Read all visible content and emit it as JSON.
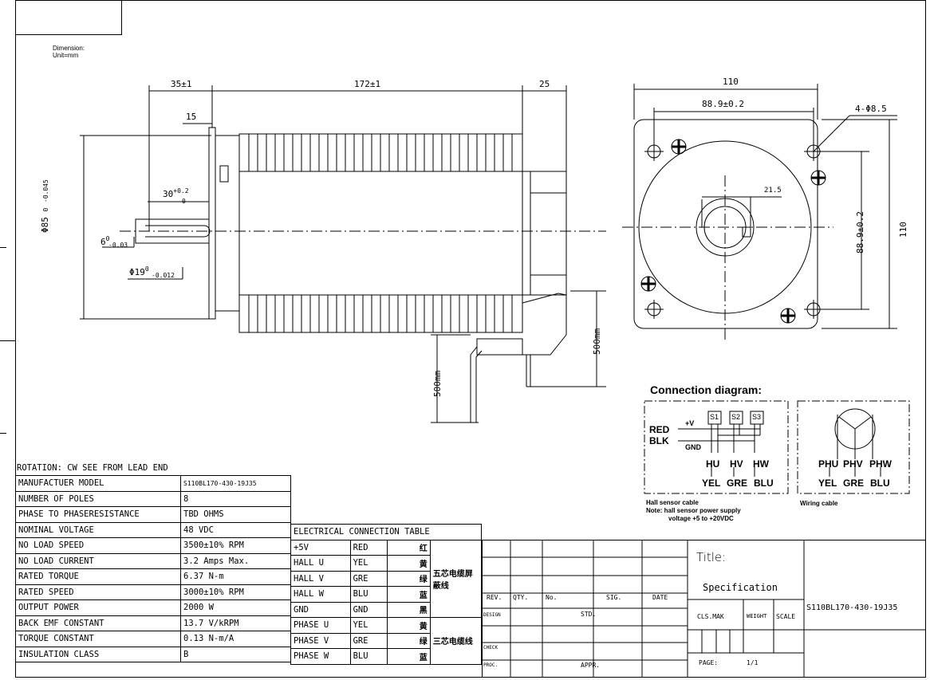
{
  "header": {
    "dimension": "Dimension:",
    "unit": "Unit=mm"
  },
  "side_view": {
    "d_35": "35±1",
    "d_172": "172±1",
    "d_25": "25",
    "d_15": "15",
    "d_30": "30",
    "d_30_tol_up": "+0.2",
    "d_30_tol_down": "0",
    "d_85": "Φ85",
    "d_85_tol": "0",
    "d_85_tol2": "-0.045",
    "d_6": "6",
    "d_6_tol": "0",
    "d_6_tol2": "-0.03",
    "d_19": "Φ19",
    "d_19_tol": "0",
    "d_19_tol2": "-0.012",
    "cable_500_a": "500mm",
    "cable_500_b": "500mm"
  },
  "front_view": {
    "d_110_top": "110",
    "d_889_top": "88.9±0.2",
    "holes": "4-Φ8.5",
    "d_215": "21.5",
    "d_889_side": "88.9±0.2",
    "d_110_side": "110"
  },
  "connection": {
    "title": "Connection diagram:",
    "red": "RED",
    "blk": "BLK",
    "plus_v": "+V",
    "gnd": "GND",
    "s1": "S1",
    "s2": "S2",
    "s3": "S3",
    "hu": "HU",
    "hv": "HV",
    "hw": "HW",
    "yel": "YEL",
    "gre": "GRE",
    "blu": "BLU",
    "phu": "PHU",
    "phv": "PHV",
    "phw": "PHW",
    "hall_cable": "Hall sensor cable",
    "note1": "Note: hall sensor power supply",
    "note2": "voltage +5 to +20VDC",
    "wiring_cable": "Wiring cable"
  },
  "spec": {
    "rotation": "ROTATION: CW SEE FROM LEAD END",
    "rows": [
      {
        "label": "MANUFACTUER MODEL",
        "value": "S110BL170-430-19J35"
      },
      {
        "label": "NUMBER OF POLES",
        "value": "8"
      },
      {
        "label": "PHASE TO PHASERESISTANCE",
        "value": "TBD OHMS"
      },
      {
        "label": "NOMINAL VOLTAGE",
        "value": "48 VDC"
      },
      {
        "label": "NO LOAD SPEED",
        "value": "3500±10% RPM"
      },
      {
        "label": "NO LOAD CURRENT",
        "value": "3.2 Amps Max."
      },
      {
        "label": "RATED TORQUE",
        "value": "6.37 N-m"
      },
      {
        "label": "RATED SPEED",
        "value": "3000±10% RPM"
      },
      {
        "label": "OUTPUT POWER",
        "value": "2000 W"
      },
      {
        "label": "BACK EMF CONSTANT",
        "value": "13.7 V/kRPM"
      },
      {
        "label": "TORQUE CONSTANT",
        "value": "0.13 N-m/A"
      },
      {
        "label": "INSULATION CLASS",
        "value": "B"
      }
    ]
  },
  "elec": {
    "title": "ELECTRICAL CONNECTION TABLE",
    "rows": [
      {
        "sig": "+5V",
        "color": "RED",
        "cn": "红"
      },
      {
        "sig": "HALL U",
        "color": "YEL",
        "cn": "黄"
      },
      {
        "sig": "HALL V",
        "color": "GRE",
        "cn": "绿"
      },
      {
        "sig": "HALL W",
        "color": "BLU",
        "cn": "蓝"
      },
      {
        "sig": "GND",
        "color": "GND",
        "cn": "黑"
      },
      {
        "sig": "PHASE U",
        "color": "YEL",
        "cn": "黄"
      },
      {
        "sig": "PHASE V",
        "color": "GRE",
        "cn": "绿"
      },
      {
        "sig": "PHASE W",
        "color": "BLU",
        "cn": "蓝"
      }
    ],
    "group1": "五芯电缆屏蔽线",
    "group2": "三芯电缆线"
  },
  "titleblock": {
    "rev": "REV.",
    "qty": "QTY.",
    "no": "No.",
    "sig": "SIG.",
    "date": "DATE",
    "design": "DESIGN",
    "std": "STD.",
    "check": "CHECK",
    "proc": "PROC.",
    "appr": "APPR.",
    "title_label": "Title:",
    "title_value": "Specification",
    "clsmak": "CLS.MAK",
    "weight": "WEIGHT",
    "scale": "SCALE",
    "page_label": "PAGE:",
    "page_value": "1/1",
    "model": "S110BL170-430-19J35"
  }
}
